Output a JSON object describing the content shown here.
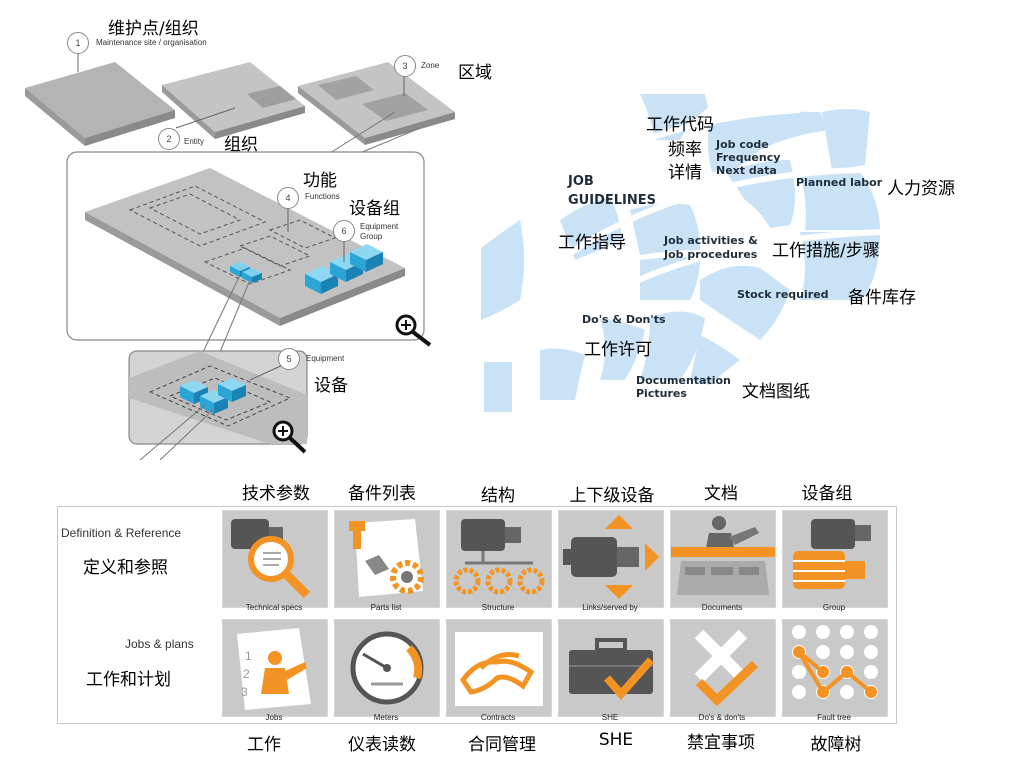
{
  "site_diagram": {
    "callouts": [
      {
        "num": "1",
        "en": "Maintenance site / organisation",
        "zh": "维护点/组织"
      },
      {
        "num": "2",
        "en": "Entity",
        "zh": "组织"
      },
      {
        "num": "3",
        "en": "Zone",
        "zh": "区域"
      },
      {
        "num": "4",
        "en": "Functions",
        "zh": "功能"
      },
      {
        "num": "6",
        "en_line1": "Equipment",
        "en_line2": "Group",
        "zh": "设备组"
      },
      {
        "num": "5",
        "en": "Equipment",
        "zh": "设备"
      }
    ]
  },
  "job_wheel": {
    "job_code_zh": "工作代码",
    "frequency_zh": "频率",
    "next_zh": "详情",
    "job_code_en": "Job code",
    "frequency_en": "Frequency",
    "next_en": "Next data",
    "planned_labor_en": "Planned labor",
    "planned_labor_zh": "人力资源",
    "guidelines_line1": "JOB",
    "guidelines_line2": "GUIDELINES",
    "guidelines_zh": "工作指导",
    "activities_line1": "Job activities &",
    "activities_line2": "Job procedures",
    "activities_zh": "工作措施/步骤",
    "stock_en": "Stock required",
    "stock_zh": "备件库存",
    "dos_en": "Do's & Don'ts",
    "dos_zh": "工作许可",
    "doc_line1": "Documentation",
    "doc_line2": "Pictures",
    "doc_zh": "文档图纸"
  },
  "grid": {
    "row1_en": "Definition & Reference",
    "row1_zh": "定义和参照",
    "row2_en": "Jobs & plans",
    "row2_zh": "工作和计划",
    "top_labels": [
      "技术参数",
      "备件列表",
      "结构",
      "上下级设备",
      "文档",
      "设备组"
    ],
    "row1_tiles": [
      "Technical specs",
      "Parts list",
      "Structure",
      "Links/served by",
      "Documents",
      "Group"
    ],
    "row2_tiles": [
      "Jobs",
      "Meters",
      "Contracts",
      "SHE",
      "Do's & don'ts",
      "Fault tree"
    ],
    "bottom_labels": [
      "工作",
      "仪表读数",
      "合同管理",
      "SHE",
      "禁宜事项",
      "故障树"
    ],
    "accent": "#f39323",
    "tile_bg": "#c9c9c9"
  }
}
